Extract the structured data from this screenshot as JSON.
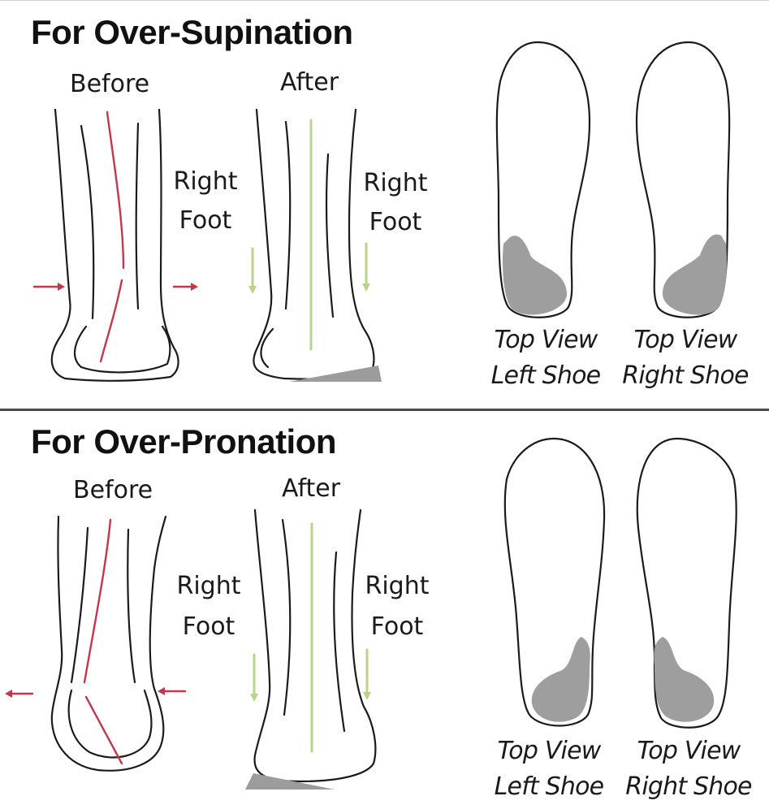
{
  "sections": [
    {
      "title": "For Over-Supination",
      "before_label": "Before",
      "after_label": "After",
      "foot_label_line1": "Right",
      "foot_label_line2": "Foot",
      "views": [
        {
          "line1": "Top View",
          "line2": "Left Shoe"
        },
        {
          "line1": "Top View",
          "line2": "Right Shoe"
        }
      ]
    },
    {
      "title": "For Over-Pronation",
      "before_label": "Before",
      "after_label": "After",
      "foot_label_line1": "Right",
      "foot_label_line2": "Foot",
      "views": [
        {
          "line1": "Top View",
          "line2": "Left Shoe"
        },
        {
          "line1": "Top View",
          "line2": "Right Shoe"
        }
      ]
    }
  ],
  "colors": {
    "alignment_before": "#c2384a",
    "alignment_after": "#b9d48a",
    "insert_pad": "#9e9e9e",
    "outline": "#1b1b1b"
  }
}
